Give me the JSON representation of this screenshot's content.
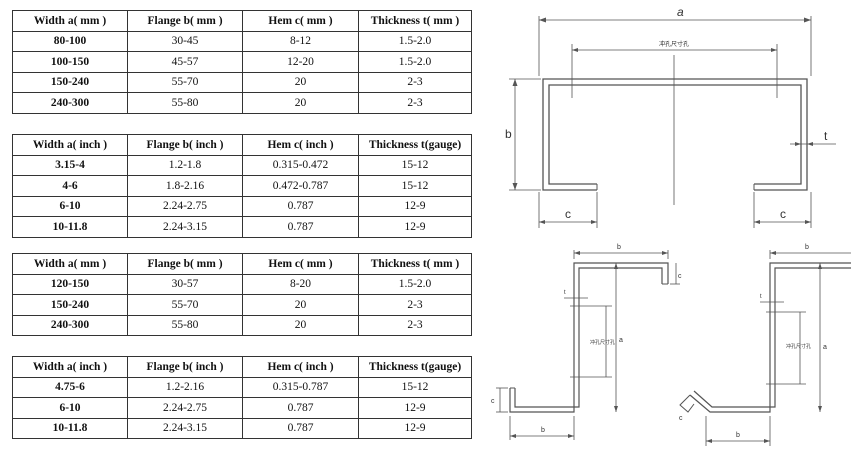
{
  "tables": [
    {
      "headers": [
        "Width a( mm )",
        "Flange b( mm )",
        "Hem c( mm )",
        "Thickness t( mm )"
      ],
      "rows": [
        [
          "80-100",
          "30-45",
          "8-12",
          "1.5-2.0"
        ],
        [
          "100-150",
          "45-57",
          "12-20",
          "1.5-2.0"
        ],
        [
          "150-240",
          "55-70",
          "20",
          "2-3"
        ],
        [
          "240-300",
          "55-80",
          "20",
          "2-3"
        ]
      ]
    },
    {
      "headers": [
        "Width a( inch )",
        "Flange b( inch )",
        "Hem c( inch )",
        "Thickness t(gauge)"
      ],
      "rows": [
        [
          "3.15-4",
          "1.2-1.8",
          "0.315-0.472",
          "15-12"
        ],
        [
          "4-6",
          "1.8-2.16",
          "0.472-0.787",
          "15-12"
        ],
        [
          "6-10",
          "2.24-2.75",
          "0.787",
          "12-9"
        ],
        [
          "10-11.8",
          "2.24-3.15",
          "0.787",
          "12-9"
        ]
      ]
    },
    {
      "headers": [
        "Width a( mm )",
        "Flange b( mm )",
        "Hem c( mm )",
        "Thickness t( mm )"
      ],
      "rows": [
        [
          "120-150",
          "30-57",
          "8-20",
          "1.5-2.0"
        ],
        [
          "150-240",
          "55-70",
          "20",
          "2-3"
        ],
        [
          "240-300",
          "55-80",
          "20",
          "2-3"
        ]
      ]
    },
    {
      "headers": [
        "Width a( inch )",
        "Flange b( inch )",
        "Hem c( inch )",
        "Thickness t(gauge)"
      ],
      "rows": [
        [
          "4.75-6",
          "1.2-2.16",
          "0.315-0.787",
          "15-12"
        ],
        [
          "6-10",
          "2.24-2.75",
          "0.787",
          "12-9"
        ],
        [
          "10-11.8",
          "2.24-3.15",
          "0.787",
          "12-9"
        ]
      ]
    }
  ],
  "diagrams": {
    "c_section": {
      "a": "a",
      "b": "b",
      "c": "c",
      "t": "t",
      "note": "冲孔尺寸孔"
    },
    "z_section": {
      "a": "a",
      "b": "b",
      "c": "c",
      "t": "t",
      "note": "冲孔尺寸孔"
    },
    "z_section_angled": {
      "a": "a",
      "b": "b",
      "c": "c",
      "t": "t",
      "note": "冲孔尺寸孔"
    }
  }
}
